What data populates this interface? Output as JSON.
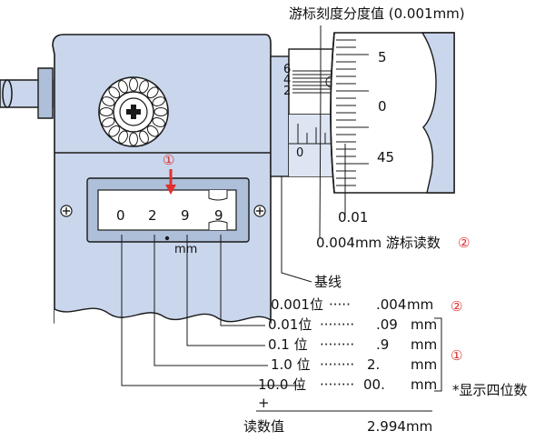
{
  "title": "游标刻度分度值 (0.001mm)",
  "thimble_scale": [
    "5",
    "0",
    "45"
  ],
  "vernier_scale": [
    "6",
    "4",
    "2"
  ],
  "sleeve_zero": "0",
  "thimble_value_label": "0.01",
  "vernier_reading": {
    "text": "0.004mm 游标读数",
    "marker": "②"
  },
  "baseline_label": "基线",
  "counter": {
    "marker": "①",
    "digits": [
      "0",
      "2",
      "9",
      "9"
    ],
    "unit": "mm"
  },
  "readings": [
    {
      "place": "0.001位",
      "dots": "·····",
      "value": ".004",
      "unit": "mm"
    },
    {
      "place": "0.01位",
      "dots": "········",
      "value": ".09",
      "unit": "mm"
    },
    {
      "place": "0.1 位",
      "dots": "········",
      "value": ".9",
      "unit": "mm"
    },
    {
      "place": "1.0 位",
      "dots": "········",
      "value": "2.",
      "unit": "mm"
    },
    {
      "place": "10.0 位",
      "dots": "········",
      "value": "00.",
      "unit": "mm"
    }
  ],
  "reading_markers": [
    "②",
    "①"
  ],
  "four_digit_note": "*显示四位数",
  "plus_sign": "+",
  "total": {
    "label": "读数值",
    "value": "2.994",
    "unit": "mm"
  },
  "colors": {
    "body": "#c9d6ec",
    "body_dark": "#aebfd9",
    "outline": "#1a1a1a",
    "accent": "#e03030"
  }
}
